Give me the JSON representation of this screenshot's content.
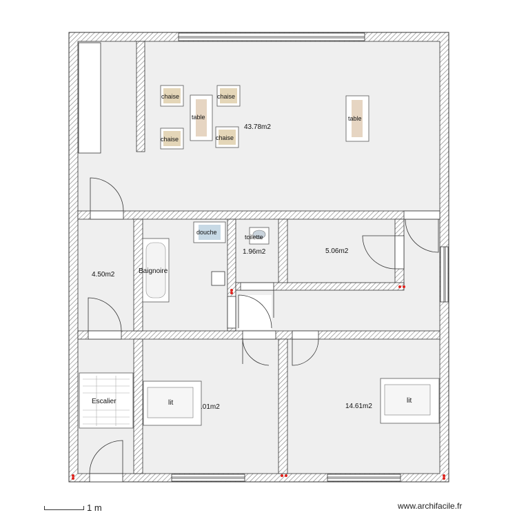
{
  "rooms": {
    "living_area": "43.78m2",
    "stair_room": "4.50m2",
    "toilet_room": "1.96m2",
    "small_room": "5.06m2",
    "bedroom_left": ".01m2",
    "bedroom_right": "14.61m2"
  },
  "furniture": {
    "chair_1": "chaise",
    "chair_2": "chaise",
    "chair_3": "chaise",
    "chair_4": "chaise",
    "table_1": "table",
    "table_2": "table",
    "shower": "douche",
    "toilet": "toilette",
    "bathtub": "Baignoire",
    "stairs": "Escalier",
    "bed_left": "lit",
    "bed_right": "lit"
  },
  "footer": {
    "scale": "1 m",
    "site": "www.archifacile.fr"
  },
  "colors": {
    "floor": "#efefef",
    "wall_hatch": "#8a8a8a",
    "wall_outline": "#333333",
    "marker": "#e0221c"
  }
}
